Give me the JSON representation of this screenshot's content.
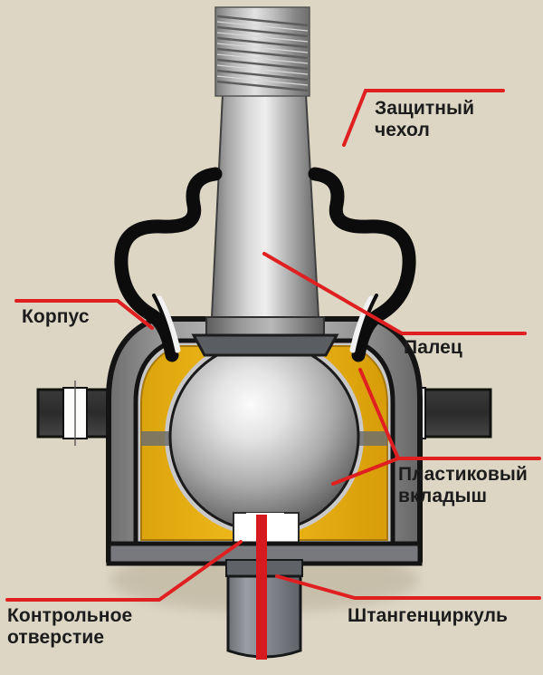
{
  "figure": {
    "title": "Ball joint cross-section diagram",
    "background_color": "#ddd6c4",
    "leader_color": "#e02020",
    "text_color": "#1c1c1c"
  },
  "labels": {
    "boot": "Защитный\nчехол",
    "body": "Корпус",
    "pin": "Палец",
    "insert": "Пластиковый\nвкладыш",
    "hole": "Контрольное\nотверстие",
    "caliper": "Штангенциркуль"
  },
  "parts": {
    "thread": {
      "name": "threaded-stud",
      "color": "#a8a8a8"
    },
    "shaft": {
      "name": "tapered-pin-shaft",
      "color": "#9a9a9a"
    },
    "boot": {
      "name": "rubber-protective-boot",
      "color": "#111111"
    },
    "housing": {
      "name": "metal-housing",
      "color": "#8e8e8e"
    },
    "insert": {
      "name": "plastic-liner",
      "color": "#e8af16"
    },
    "ball": {
      "name": "steel-ball",
      "color": "#8d8d8d"
    },
    "inspection_hole": {
      "name": "inspection-hole",
      "color": "#ffffff"
    },
    "caliper_rod": {
      "name": "caliper-depth-rod",
      "color": "#7e8186"
    },
    "caliper_line": {
      "name": "caliper-measure-line",
      "color": "#d71920"
    },
    "lugs": {
      "name": "mounting-lugs",
      "color": "#2e2e2e"
    }
  }
}
